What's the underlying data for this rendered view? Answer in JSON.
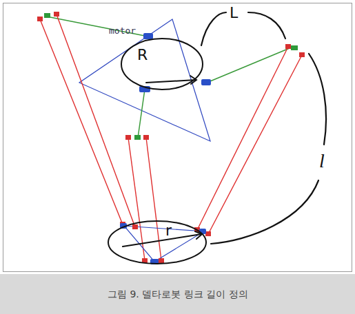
{
  "diagram": {
    "caption": "그림 9. 델타로봇 링크 길이 정의",
    "nodes": [
      {
        "text": [
          "R"
        ]
      },
      {
        "text": [
          "r"
        ]
      }
    ],
    "labels": [
      "motor",
      "L",
      "l"
    ]
  }
}
